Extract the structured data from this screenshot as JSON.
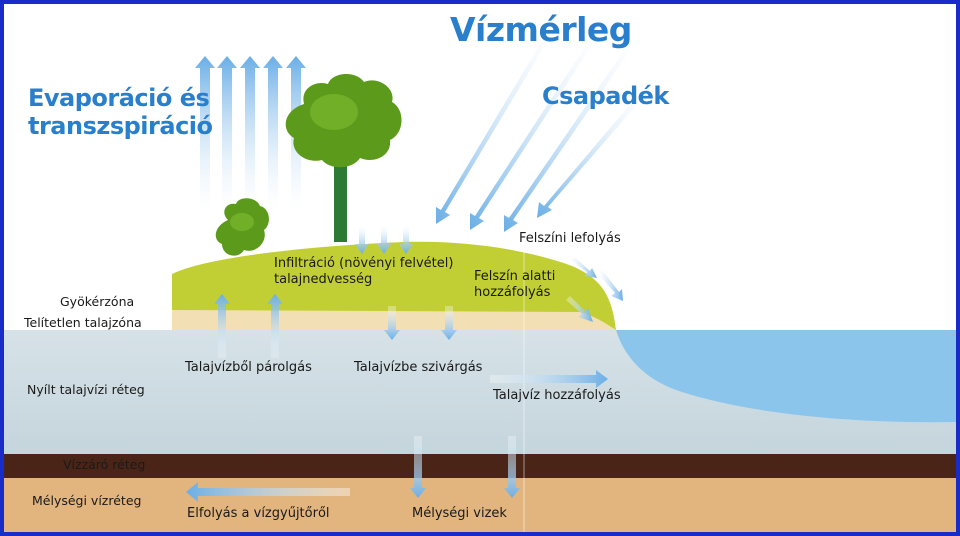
{
  "title": "Vízmérleg",
  "evap_line1": "Evaporáció és",
  "evap_line2": "transzspiráció",
  "precipitation": "Csapadék",
  "layers": {
    "root": "Gyökérzóna",
    "unsaturated": "Telítetlen talajzóna",
    "open_groundwater": "Nyílt talajvízi réteg",
    "aquitard": "Vízzáró réteg",
    "deep_aquifer": "Mélységi vízréteg"
  },
  "processes": {
    "infiltration_line1": "Infiltráció (növényi felvétel)",
    "infiltration_line2": "talajnedvesség",
    "surface_runoff": "Felszíni lefolyás",
    "subsurface_line1": "Felszín alatti",
    "subsurface_line2": "hozzáfolyás",
    "gw_evaporation": "Talajvízből párolgás",
    "gw_seepage": "Talajvízbe szivárgás",
    "gw_inflow": "Talajvíz hozzáfolyás",
    "outflow": "Elfolyás a vízgyűjtőről",
    "deep_waters": "Mélységi vizek"
  },
  "colors": {
    "frame": "#1a2cc8",
    "title": "#2a7fcc",
    "hill": "#c2cf34",
    "unsaturated": "#f3dfb4",
    "groundwater": "#d3e0e6",
    "aquitard": "#4a2517",
    "deep": "#e2b57e",
    "lake": "#8bc5ec",
    "tree": "#5c9a1c",
    "trunk": "#2c7a34"
  }
}
